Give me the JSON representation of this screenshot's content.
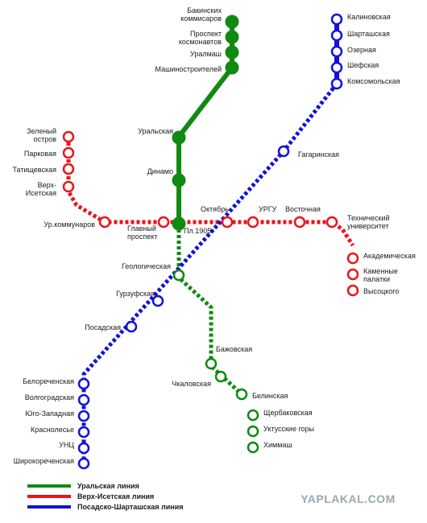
{
  "colors": {
    "green": "#108a10",
    "red": "#e8151a",
    "blue": "#1212d8"
  },
  "stations": {
    "bakinskih": [
      "Бакинских",
      "коммисаров"
    ],
    "kosmonavtov": [
      "Проспект",
      "космонавтов"
    ],
    "uralmash": [
      "Уралмаш"
    ],
    "mashinostroiteley": [
      "Машиностроителей"
    ],
    "uralskaya": [
      "Уральская"
    ],
    "dinamo": [
      "Динамо"
    ],
    "pl1905": [
      "Пл.1905г"
    ],
    "geologicheskaya": [
      "Геологическая"
    ],
    "bazhovskaya": [
      "Бажовская"
    ],
    "chkalovskaya": [
      "Чкаловская"
    ],
    "belinskaya": [
      "Белинская"
    ],
    "shcherbakovskaya": [
      "Щербаковская"
    ],
    "uktusskie": [
      "Уктусские горы"
    ],
    "himmash": [
      "Химмаш"
    ],
    "zeleny": [
      "Зеленый",
      "остров"
    ],
    "parkovaya": [
      "Парковая"
    ],
    "tatishchevskaya": [
      "Татищевская"
    ],
    "verh_isetskaya": [
      "Верх-",
      "Исетская"
    ],
    "urkommunarov": [
      "Ур.коммунаров"
    ],
    "glavny": [
      "Главный",
      "проспект"
    ],
    "oktyabr": [
      "Октябрь"
    ],
    "urgu": [
      "УРГУ"
    ],
    "vostochnaya": [
      "Восточная"
    ],
    "tehnicheskiy": [
      "Технический",
      "университет"
    ],
    "akademicheskaya": [
      "Академическая"
    ],
    "kamennye": [
      "Каменные",
      "палатки"
    ],
    "vysotskogo": [
      "Высоцкого"
    ],
    "kalininskaya": [
      "Калиновская"
    ],
    "shartashskaya": [
      "Шарташская"
    ],
    "ozernaya": [
      "Озерная"
    ],
    "shefskaya": [
      "Шефская"
    ],
    "komsomolskaya": [
      "Комсомольская"
    ],
    "gagarinskaya": [
      "Гагаринская"
    ],
    "gurzufskaya": [
      "Гурзуфская"
    ],
    "posadskaya": [
      "Посадская"
    ],
    "belorechenskaya": [
      "Белореченская"
    ],
    "volgogradskaya": [
      "Волгоградская"
    ],
    "yugo_zapadnaya": [
      "Юго-Западная"
    ],
    "krasnolesye": [
      "Краснолесье"
    ],
    "unts": [
      "УНЦ"
    ],
    "shirokorechenskaya": [
      "Широкореченская"
    ]
  },
  "legend": [
    {
      "label": "Уральская линия",
      "color": "green"
    },
    {
      "label": "Верх-Исетская линия",
      "color": "red"
    },
    {
      "label": "Посадско-Шарташская линия",
      "color": "blue"
    }
  ],
  "watermark": "YAPLAKAL.COM"
}
